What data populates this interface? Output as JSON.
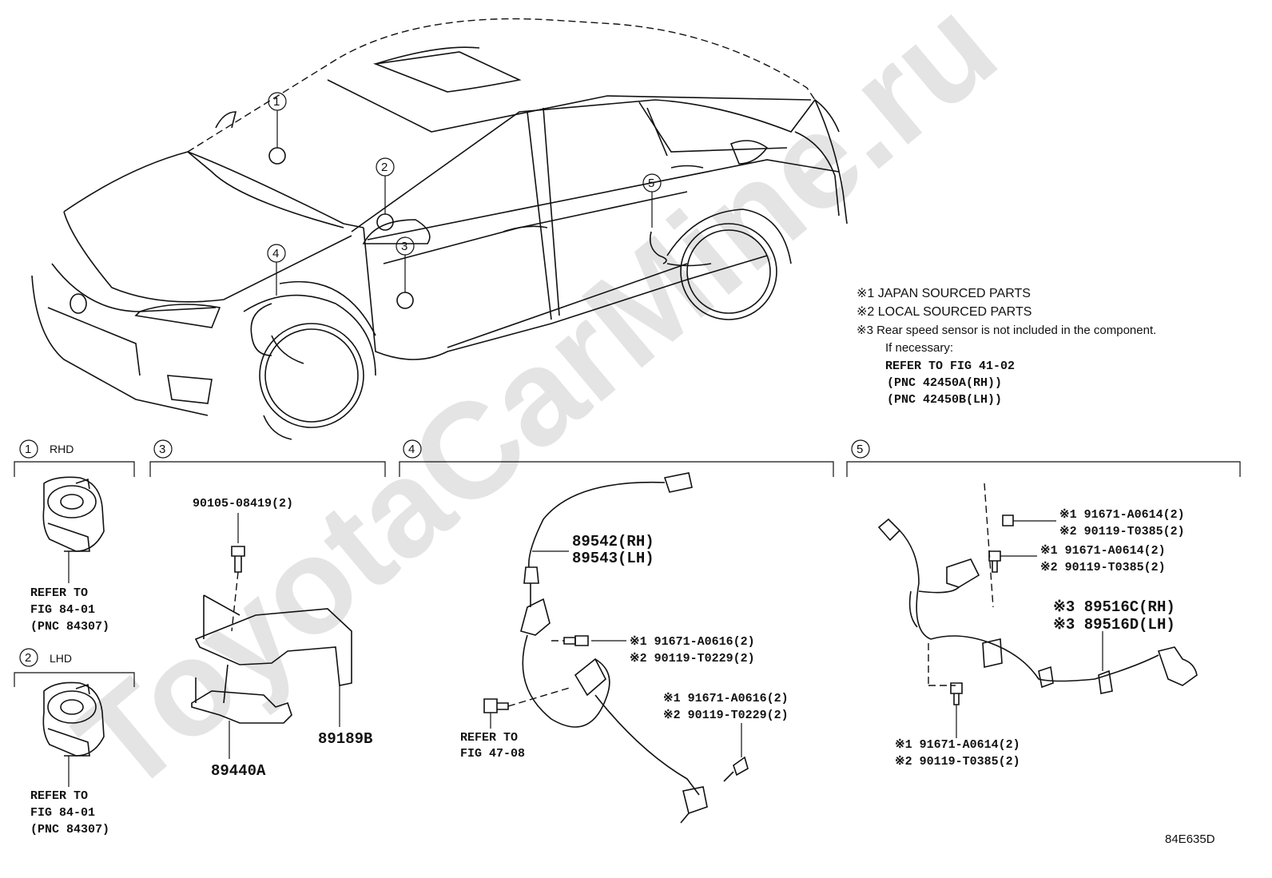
{
  "watermark": "ToyotaCarMine.ru",
  "car_callouts": [
    "1",
    "2",
    "3",
    "4",
    "5"
  ],
  "notes": {
    "line1": "※1 JAPAN SOURCED PARTS",
    "line2": "※2 LOCAL SOURCED PARTS",
    "line3": "※3 Rear speed sensor is not included in the component.",
    "line4": "If necessary:",
    "line5": "REFER TO FIG 41-02",
    "line6": "(PNC 42450A(RH))",
    "line7": "(PNC 42450B(LH))"
  },
  "sections": {
    "s1": {
      "num": "1",
      "label": "RHD",
      "refer1": "REFER TO",
      "refer2": "FIG 84-01",
      "refer3": "(PNC 84307)"
    },
    "s2": {
      "num": "2",
      "label": "LHD",
      "refer1": "REFER TO",
      "refer2": "FIG 84-01",
      "refer3": "(PNC 84307)"
    },
    "s3": {
      "num": "3",
      "bolt": "90105-08419(2)",
      "part_a": "89440A",
      "part_b": "89189B"
    },
    "s4": {
      "num": "4",
      "sensor_rh": "89542(RH)",
      "sensor_lh": "89543(LH)",
      "bolt1_j": "※1 91671-A0616(2)",
      "bolt1_l": "※2 90119-T0229(2)",
      "bolt2_j": "※1  91671-A0616(2)",
      "bolt2_l": "※2  90119-T0229(2)",
      "refer1": "REFER TO",
      "refer2": "FIG 47-08"
    },
    "s5": {
      "num": "5",
      "boltA_j": "※1 91671-A0614(2)",
      "boltA_l": "※2 90119-T0385(2)",
      "boltB_j": "※1 91671-A0614(2)",
      "boltB_l": "※2 90119-T0385(2)",
      "harness_rh": "※3 89516C(RH)",
      "harness_lh": "※3 89516D(LH)",
      "boltC_j": "※1 91671-A0614(2)",
      "boltC_l": "※2 90119-T0385(2)"
    }
  },
  "figure_id": "84E635D"
}
